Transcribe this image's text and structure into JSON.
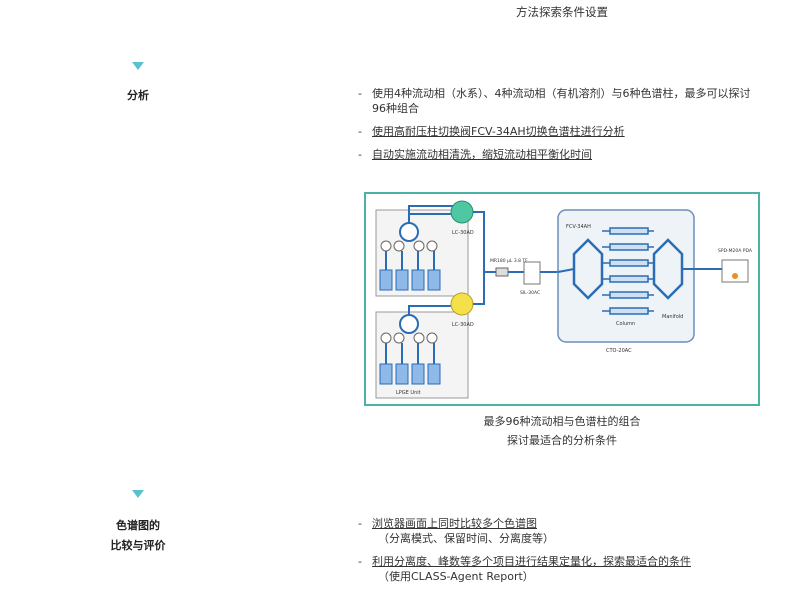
{
  "header": {
    "title": "方法探索条件设置"
  },
  "section1": {
    "label": "分析",
    "bullets": [
      {
        "text": "使用4种流动相（水系）、4种流动相（有机溶剂）与6种色谱柱，最多可以探讨96种组合",
        "underline": false
      },
      {
        "text": "使用高耐压柱切换阀FCV-34AH切换色谱柱进行分析",
        "underline": true
      },
      {
        "text": "自动实施流动相清洗，缩短流动相平衡化时间",
        "underline": true
      }
    ]
  },
  "diagram": {
    "labels": {
      "pump_top": "LC-30AD",
      "pump_bottom": "LC-30AD",
      "mixer": "MR180 μL\n3.8 TF",
      "autosampler": "SIL-30AC",
      "valve": "FCV-34AH",
      "column": "Column",
      "manifold": "Manifold",
      "oven": "CTO-20AC",
      "detector": "SPD-M20A\nPDA",
      "lpge": "LPGE Unit"
    }
  },
  "caption": {
    "line1": "最多96种流动相与色谱柱的组合",
    "line2": "探讨最适合的分析条件"
  },
  "section2": {
    "label_line1": "色谱图的",
    "label_line2": "比较与评价",
    "bullets": [
      {
        "main": "浏览器画面上同时比较多个色谱图",
        "sub": "（分离模式、保留时间、分离度等）"
      },
      {
        "main": "利用分离度、峰数等多个项目进行结果定量化，探索最适合的条件",
        "sub": "（使用CLASS-Agent Report）"
      }
    ]
  },
  "colors": {
    "accent": "#5bc1cf",
    "frame": "#4bb3a6",
    "line": "#2a6db5",
    "pump_top": "#4fc7a2",
    "pump_bottom": "#f4e04a"
  }
}
